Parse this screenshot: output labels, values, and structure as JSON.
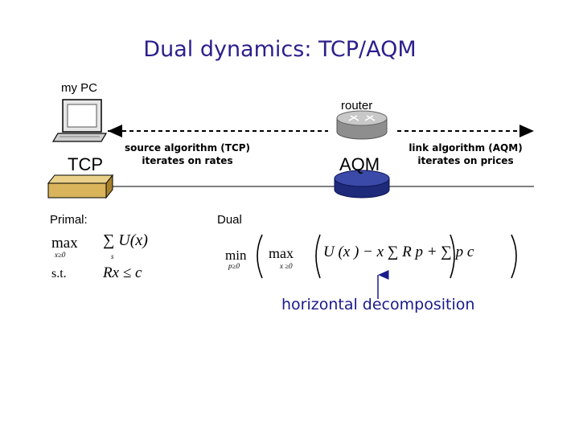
{
  "title": "Dual dynamics: TCP/AQM",
  "nodes": {
    "pc_label": "my PC",
    "router_label": "router",
    "tcp_label": "TCP",
    "aqm_label": "AQM"
  },
  "source_text": [
    "source algorithm (TCP)",
    "iterates on rates"
  ],
  "link_text": [
    "link algorithm (AQM)",
    "iterates on prices"
  ],
  "primal": {
    "label": "Primal:",
    "max_op": "max",
    "max_sub": "x≥0",
    "objective": "∑ U(x)",
    "objective_sub_s": "s",
    "st": "s.t.",
    "constraint": "Rx ≤ c"
  },
  "dual": {
    "label": "Dual",
    "min_op": "min",
    "min_sub": "p≥0",
    "inner_max": "max",
    "inner_max_sub": "x ≥0",
    "expr": "U (x ) − x ∑ R p + ∑ p c"
  },
  "annotation": "horizontal decomposition",
  "colors": {
    "title": "#2b1f8c",
    "annotation": "#1a1a8c",
    "router_disk": "#1e2a7a",
    "tcp_box": "#d9b45a"
  }
}
